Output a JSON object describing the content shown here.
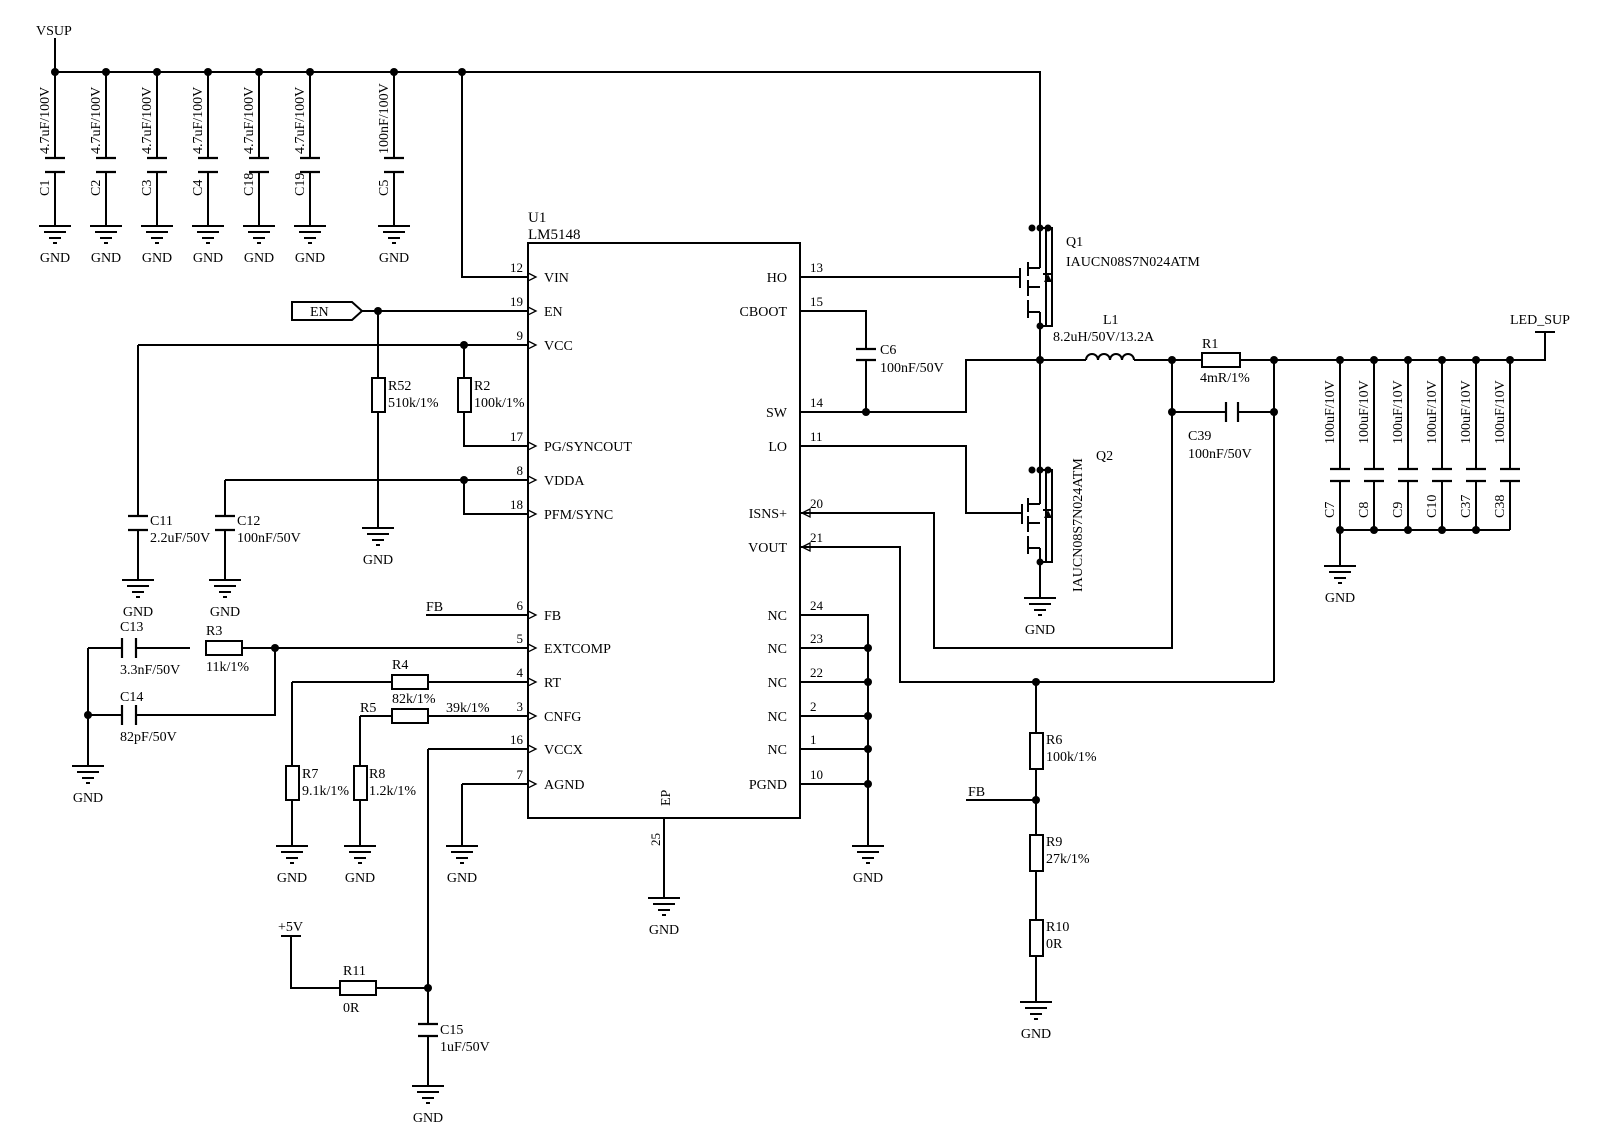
{
  "nets": {
    "vsup": "VSUP",
    "led_sup": "LED_SUP",
    "en": "EN",
    "fb": "FB",
    "p5v": "+5V",
    "gnd": "GND"
  },
  "ic": {
    "ref": "U1",
    "part": "LM5148",
    "ep": "EP",
    "ep_pin": "25",
    "left_pins": [
      {
        "num": "12",
        "name": "VIN"
      },
      {
        "num": "19",
        "name": "EN"
      },
      {
        "num": "9",
        "name": "VCC"
      },
      {
        "num": "17",
        "name": "PG/SYNCOUT"
      },
      {
        "num": "8",
        "name": "VDDA"
      },
      {
        "num": "18",
        "name": "PFM/SYNC"
      },
      {
        "num": "6",
        "name": "FB"
      },
      {
        "num": "5",
        "name": "EXTCOMP"
      },
      {
        "num": "4",
        "name": "RT"
      },
      {
        "num": "3",
        "name": "CNFG"
      },
      {
        "num": "16",
        "name": "VCCX"
      },
      {
        "num": "7",
        "name": "AGND"
      }
    ],
    "right_pins": [
      {
        "num": "13",
        "name": "HO"
      },
      {
        "num": "15",
        "name": "CBOOT"
      },
      {
        "num": "14",
        "name": "SW"
      },
      {
        "num": "11",
        "name": "LO"
      },
      {
        "num": "20",
        "name": "ISNS+"
      },
      {
        "num": "21",
        "name": "VOUT"
      },
      {
        "num": "24",
        "name": "NC"
      },
      {
        "num": "23",
        "name": "NC"
      },
      {
        "num": "22",
        "name": "NC"
      },
      {
        "num": "2",
        "name": "NC"
      },
      {
        "num": "1",
        "name": "NC"
      },
      {
        "num": "10",
        "name": "PGND"
      }
    ]
  },
  "input_caps": [
    {
      "ref": "C1",
      "value": "4.7uF/100V"
    },
    {
      "ref": "C2",
      "value": "4.7uF/100V"
    },
    {
      "ref": "C3",
      "value": "4.7uF/100V"
    },
    {
      "ref": "C4",
      "value": "4.7uF/100V"
    },
    {
      "ref": "C18",
      "value": "4.7uF/100V"
    },
    {
      "ref": "C19",
      "value": "4.7uF/100V"
    },
    {
      "ref": "C5",
      "value": "100nF/100V"
    }
  ],
  "output_caps": [
    {
      "ref": "C7",
      "value": "100uF/10V"
    },
    {
      "ref": "C8",
      "value": "100uF/10V"
    },
    {
      "ref": "C9",
      "value": "100uF/10V"
    },
    {
      "ref": "C10",
      "value": "100uF/10V"
    },
    {
      "ref": "C37",
      "value": "100uF/10V"
    },
    {
      "ref": "C38",
      "value": "100uF/10V"
    }
  ],
  "parts": {
    "q1": {
      "ref": "Q1",
      "part": "IAUCN08S7N024ATM"
    },
    "q2": {
      "ref": "Q2",
      "part": "IAUCN08S7N024ATM"
    },
    "l1": {
      "ref": "L1",
      "value": "8.2uH/50V/13.2A"
    },
    "r1": {
      "ref": "R1",
      "value": "4mR/1%"
    },
    "c39": {
      "ref": "C39",
      "value": "100nF/50V"
    },
    "c6": {
      "ref": "C6",
      "value": "100nF/50V"
    },
    "r52": {
      "ref": "R52",
      "value": "510k/1%"
    },
    "r2": {
      "ref": "R2",
      "value": "100k/1%"
    },
    "c11": {
      "ref": "C11",
      "value": "2.2uF/50V"
    },
    "c12": {
      "ref": "C12",
      "value": "100nF/50V"
    },
    "c13": {
      "ref": "C13",
      "value": "3.3nF/50V"
    },
    "r3": {
      "ref": "R3",
      "value": "11k/1%"
    },
    "c14": {
      "ref": "C14",
      "value": "82pF/50V"
    },
    "r4": {
      "ref": "R4",
      "value": "82k/1%"
    },
    "r5": {
      "ref": "R5",
      "value": "39k/1%"
    },
    "r7": {
      "ref": "R7",
      "value": "9.1k/1%"
    },
    "r8": {
      "ref": "R8",
      "value": "1.2k/1%"
    },
    "r11": {
      "ref": "R11",
      "value": "0R"
    },
    "c15": {
      "ref": "C15",
      "value": "1uF/50V"
    },
    "r6": {
      "ref": "R6",
      "value": "100k/1%"
    },
    "r9": {
      "ref": "R9",
      "value": "27k/1%"
    },
    "r10": {
      "ref": "R10",
      "value": "0R"
    }
  }
}
